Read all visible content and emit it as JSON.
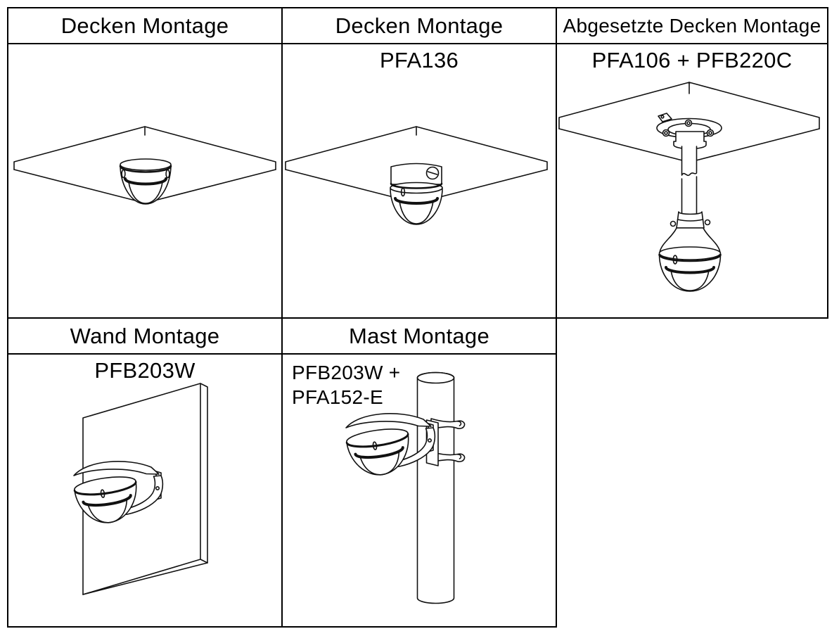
{
  "page": {
    "background_color": "#ffffff",
    "line_color": "#111111",
    "text_color": "#000000",
    "border_color": "#000000"
  },
  "table": {
    "cells": {
      "ceiling_direct": {
        "header": "Decken Montage",
        "product": ""
      },
      "ceiling_pfa136": {
        "header": "Decken Montage",
        "product": "PFA136"
      },
      "pendant": {
        "header": "Abgesetzte Decken Montage",
        "product": "PFA106 + PFB220C"
      },
      "wall": {
        "header": "Wand Montage",
        "product": "PFB203W"
      },
      "pole": {
        "header": "Mast Montage",
        "product": "PFB203W +\nPFA152-E"
      }
    },
    "illustrations": {
      "ceiling_direct": "mini-dome-camera-under-ceiling-panel",
      "ceiling_pfa136": "dome-camera-with-junction-box-under-ceiling-panel",
      "pendant": "dome-camera-on-pendant-pipe-under-ceiling-panel",
      "wall": "dome-camera-on-wall-bracket",
      "pole": "dome-camera-on-pole-with-straps"
    }
  }
}
